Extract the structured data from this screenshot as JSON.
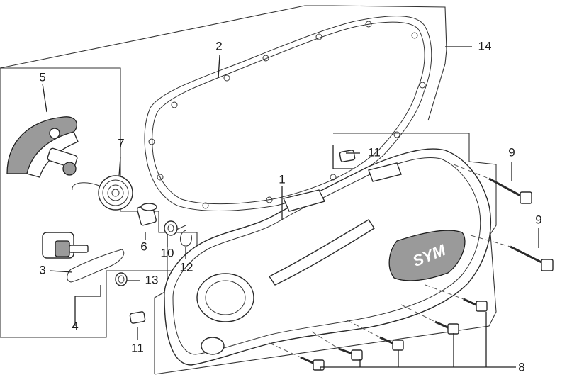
{
  "diagram": {
    "callouts": {
      "c1": "1",
      "c2": "2",
      "c3": "3",
      "c4": "4",
      "c5": "5",
      "c6": "6",
      "c7": "7",
      "c8": "8",
      "c9a": "9",
      "c9b": "9",
      "c10": "10",
      "c11a": "11",
      "c11b": "11",
      "c12": "12",
      "c13": "13",
      "c14": "14"
    },
    "cover_logo": "SYM"
  }
}
